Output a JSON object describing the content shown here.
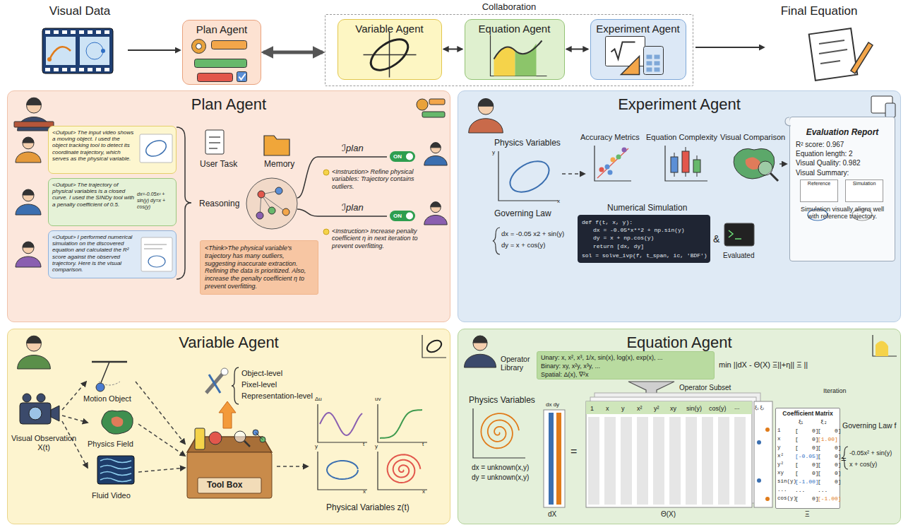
{
  "diagram": {
    "nodes": [
      {
        "text": [
          "Visual Data"
        ]
      },
      {
        "text": [
          "Plan Agent"
        ]
      },
      {
        "text": [
          "Collaboration"
        ]
      },
      {
        "text": [
          "Variable Agent"
        ],
        "in": 2
      },
      {
        "text": [
          "Equation Agent"
        ],
        "in": 2
      },
      {
        "text": [
          "Experiment Agent"
        ],
        "in": 2
      },
      {
        "text": [
          "Final Equation"
        ]
      },
      {
        "text": [
          "Plan Agent"
        ]
      },
      {
        "text": [
          "<Output> The input video shows a moving object. I used the object tracking tool to detect its coordinate trajectory, which serves as the physical variable."
        ],
        "in": 7
      },
      {
        "text": [
          "<Output> The trajectory of physical variables is a closed curve. I used the SINDy tool with a penalty coefficient of 0.5.",
          "dx=-0.05x² + sin(y) dy=x + cos(y)"
        ],
        "in": 7
      },
      {
        "text": [
          "<Output> I performed numerical simulation on the discovered equation and calculated the R² score against the observed trajectory. Here is the visual comparison."
        ],
        "in": 7
      },
      {
        "text": [
          "<Think>The physical variable's trajectory has many outliers, suggesting inaccurate extraction. Refining the data is prioritized. Also, increase the penalty coefficient η to prevent overfitting."
        ],
        "in": 7
      },
      {
        "text": [
          "Experiment Agent"
        ]
      },
      {
        "text": [
          "def f(t, x, y):",
          "dx = -0.05*x**2 + np.sin(y)",
          "dy = x + np.cos(y)",
          "return [dx, dy]",
          "sol = solve_ivp(f, t_span, ic, 'BDF')"
        ],
        "in": 12
      },
      {
        "text": [
          "Evaluation Report",
          "R² score: 0.967",
          "Equation length: 2",
          "Visual Quality: 0.982",
          "Visual Summary:",
          "Reference",
          "Simulation",
          "Simulation visually aligns well with reference trajectory."
        ],
        "in": 12
      },
      {
        "text": [
          "Variable Agent"
        ]
      },
      {
        "text": [
          "Equation Agent"
        ]
      },
      {
        "text": [
          "Operator Library",
          "Unary: x, x², x³, 1/x, sin(x), log(x), exp(x), ...",
          "Binary: xy, x²y, x³y, ...",
          "Spatial: Δ(x), ∇²x"
        ],
        "in": 16
      },
      {
        "text": [
          "Coefficient Matrix"
        ],
        "in": 16
      }
    ],
    "edges": [
      {
        "from": 0,
        "to": 1,
        "arrow": "to"
      },
      {
        "from": 1,
        "to": 2,
        "arrow": "both"
      },
      {
        "from": 3,
        "to": 4,
        "arrow": "both"
      },
      {
        "from": 4,
        "to": 5,
        "arrow": "both"
      },
      {
        "from": 2,
        "to": 6,
        "arrow": "to"
      }
    ],
    "labels": [
      "User Task",
      "Memory",
      "Reasoning",
      "ℐplan",
      "ON",
      "<Instruction> Refine physical variables: Trajectory contains outliers.",
      "ℐplan",
      "ON",
      "<Instruction> Increase penalty coefficient η in next iteration to prevent overfitting.",
      "Physics Variables",
      "y",
      "x",
      "Accuracy Metrics",
      "Equation Complexity",
      "Visual Comparison",
      "Governing Law",
      "dx = -0.05 x2 + sin(y)",
      "dy = x + cos(y)",
      "Numerical Simulation",
      "&",
      "Evaluated",
      "Motion Object",
      "Physics Field",
      "Fluid Video",
      "Visual Observation X(t)",
      "Tool Box",
      "Object-level",
      "Pixel-level",
      "Representation-level",
      "Physical Variables z(t)",
      "Δu",
      "t",
      "uv",
      "t",
      "y",
      "x",
      "y",
      "x",
      "min ||dX - Θ(X) Ξ||+η|| Ξ ||",
      "Operator Subset",
      "Iteration",
      "Physics Variables",
      "dx = unknown(x,y)",
      "dy = unknown(x,y)",
      "dx dy",
      "=",
      "dX",
      "1",
      "x",
      "y",
      "x²",
      "y²",
      "xy",
      "sin(y)",
      "cos(y)",
      "...",
      "ξ₁ ξ₂",
      "Θ(X)",
      "Ξ",
      "ξ₁",
      "ξ₂",
      "1",
      "[    0]",
      "[    0]",
      "x",
      "[    0]",
      "[1.00]",
      "y",
      "[    0]",
      "[    0]",
      "x²",
      "[-0.05]",
      "[    0]",
      "y²",
      "[    0]",
      "[    0]",
      "xy",
      "[    0]",
      "[    0]",
      "sin(y)",
      "[-1.00]",
      "[    0]",
      "...",
      "...",
      "...",
      "cos(y)",
      "[    0]",
      "[-1.00]",
      "Governing Law f",
      "=",
      "-0.05x² + sin(y)",
      "x + cos(y)"
    ]
  }
}
